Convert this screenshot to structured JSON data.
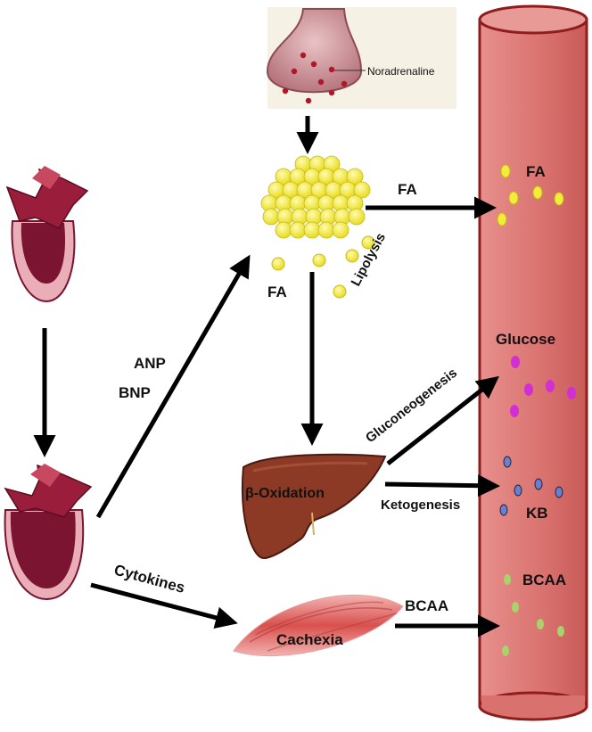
{
  "labels": {
    "noradrenaline": "Noradrenaline",
    "fa_adipose_out": "FA",
    "fa_blood": "FA",
    "fa_below_fat": "FA",
    "lipolysis": "Lipolysis",
    "anp": "ANP",
    "bnp": "BNP",
    "glucose": "Glucose",
    "gluconeogenesis": "Gluconeogenesis",
    "beta_oxidation": "β-Oxidation",
    "ketogenesis": "Ketogenesis",
    "kb": "KB",
    "cytokines": "Cytokines",
    "cachexia": "Cachexia",
    "bcaa_arrow": "BCAA",
    "bcaa_blood": "BCAA"
  },
  "colors": {
    "vessel": "#d9726f",
    "vessel_outline": "#8f1d1d",
    "fat": "#f2ec3a",
    "glucose": "#d12fd3",
    "ketone": "#6a7fd0",
    "bcaa": "#a8d36a",
    "liver": "#8c3a26",
    "heart": "#7a1430",
    "muscle": "#d9605f"
  },
  "icons": {
    "synapse": "nerve-terminal-icon",
    "heart_normal": "normal-heart-icon",
    "heart_failing": "enlarged-heart-icon",
    "adipose": "adipose-tissue-icon",
    "liver": "liver-icon",
    "muscle": "skeletal-muscle-icon",
    "vessel": "blood-vessel-icon"
  }
}
